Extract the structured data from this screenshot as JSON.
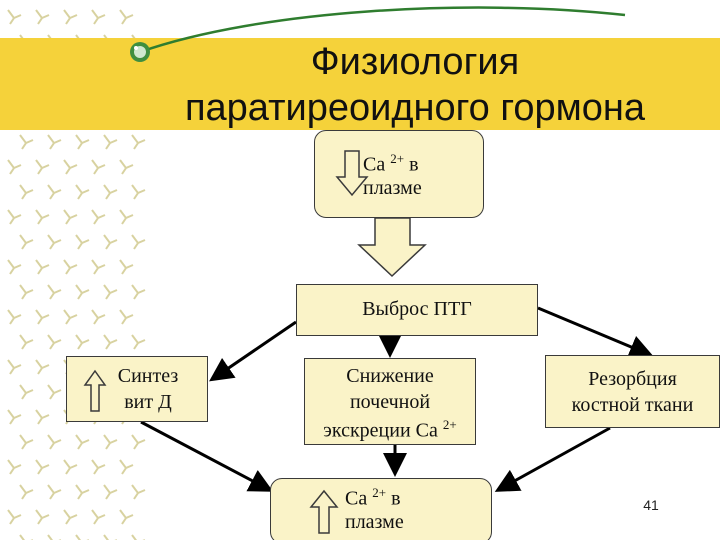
{
  "slide": {
    "title_line1": "Физиология",
    "title_line2": "паратиреоидного гормона",
    "slide_number": "41"
  },
  "boxes": {
    "top_ca_prefix": "Ca",
    "top_ca_sup": "2+",
    "top_ca_suffix": " в",
    "top_plasma": "плазме",
    "release": "Выброс ПТГ",
    "synthesis_line1": "Синтез",
    "synthesis_line2": "вит Д",
    "decrease_line1": "Снижение",
    "decrease_line2": "почечной",
    "decrease_line3": "экскреции Ca",
    "decrease_sup": "2+",
    "resorption_line1": "Резорбция",
    "resorption_line2": "костной ткани",
    "bottom_ca_prefix": "Ca",
    "bottom_ca_sup": "2+",
    "bottom_ca_suffix": " в",
    "bottom_plasma": "плазме"
  },
  "colors": {
    "title_band": "#f5d23a",
    "box_fill": "#faf3c8",
    "pattern": "#d8d2a0",
    "swoosh": "#2f7d2f"
  },
  "icons": [
    "bullet-sphere-icon",
    "down-arrow-icon",
    "up-arrow-icon"
  ]
}
